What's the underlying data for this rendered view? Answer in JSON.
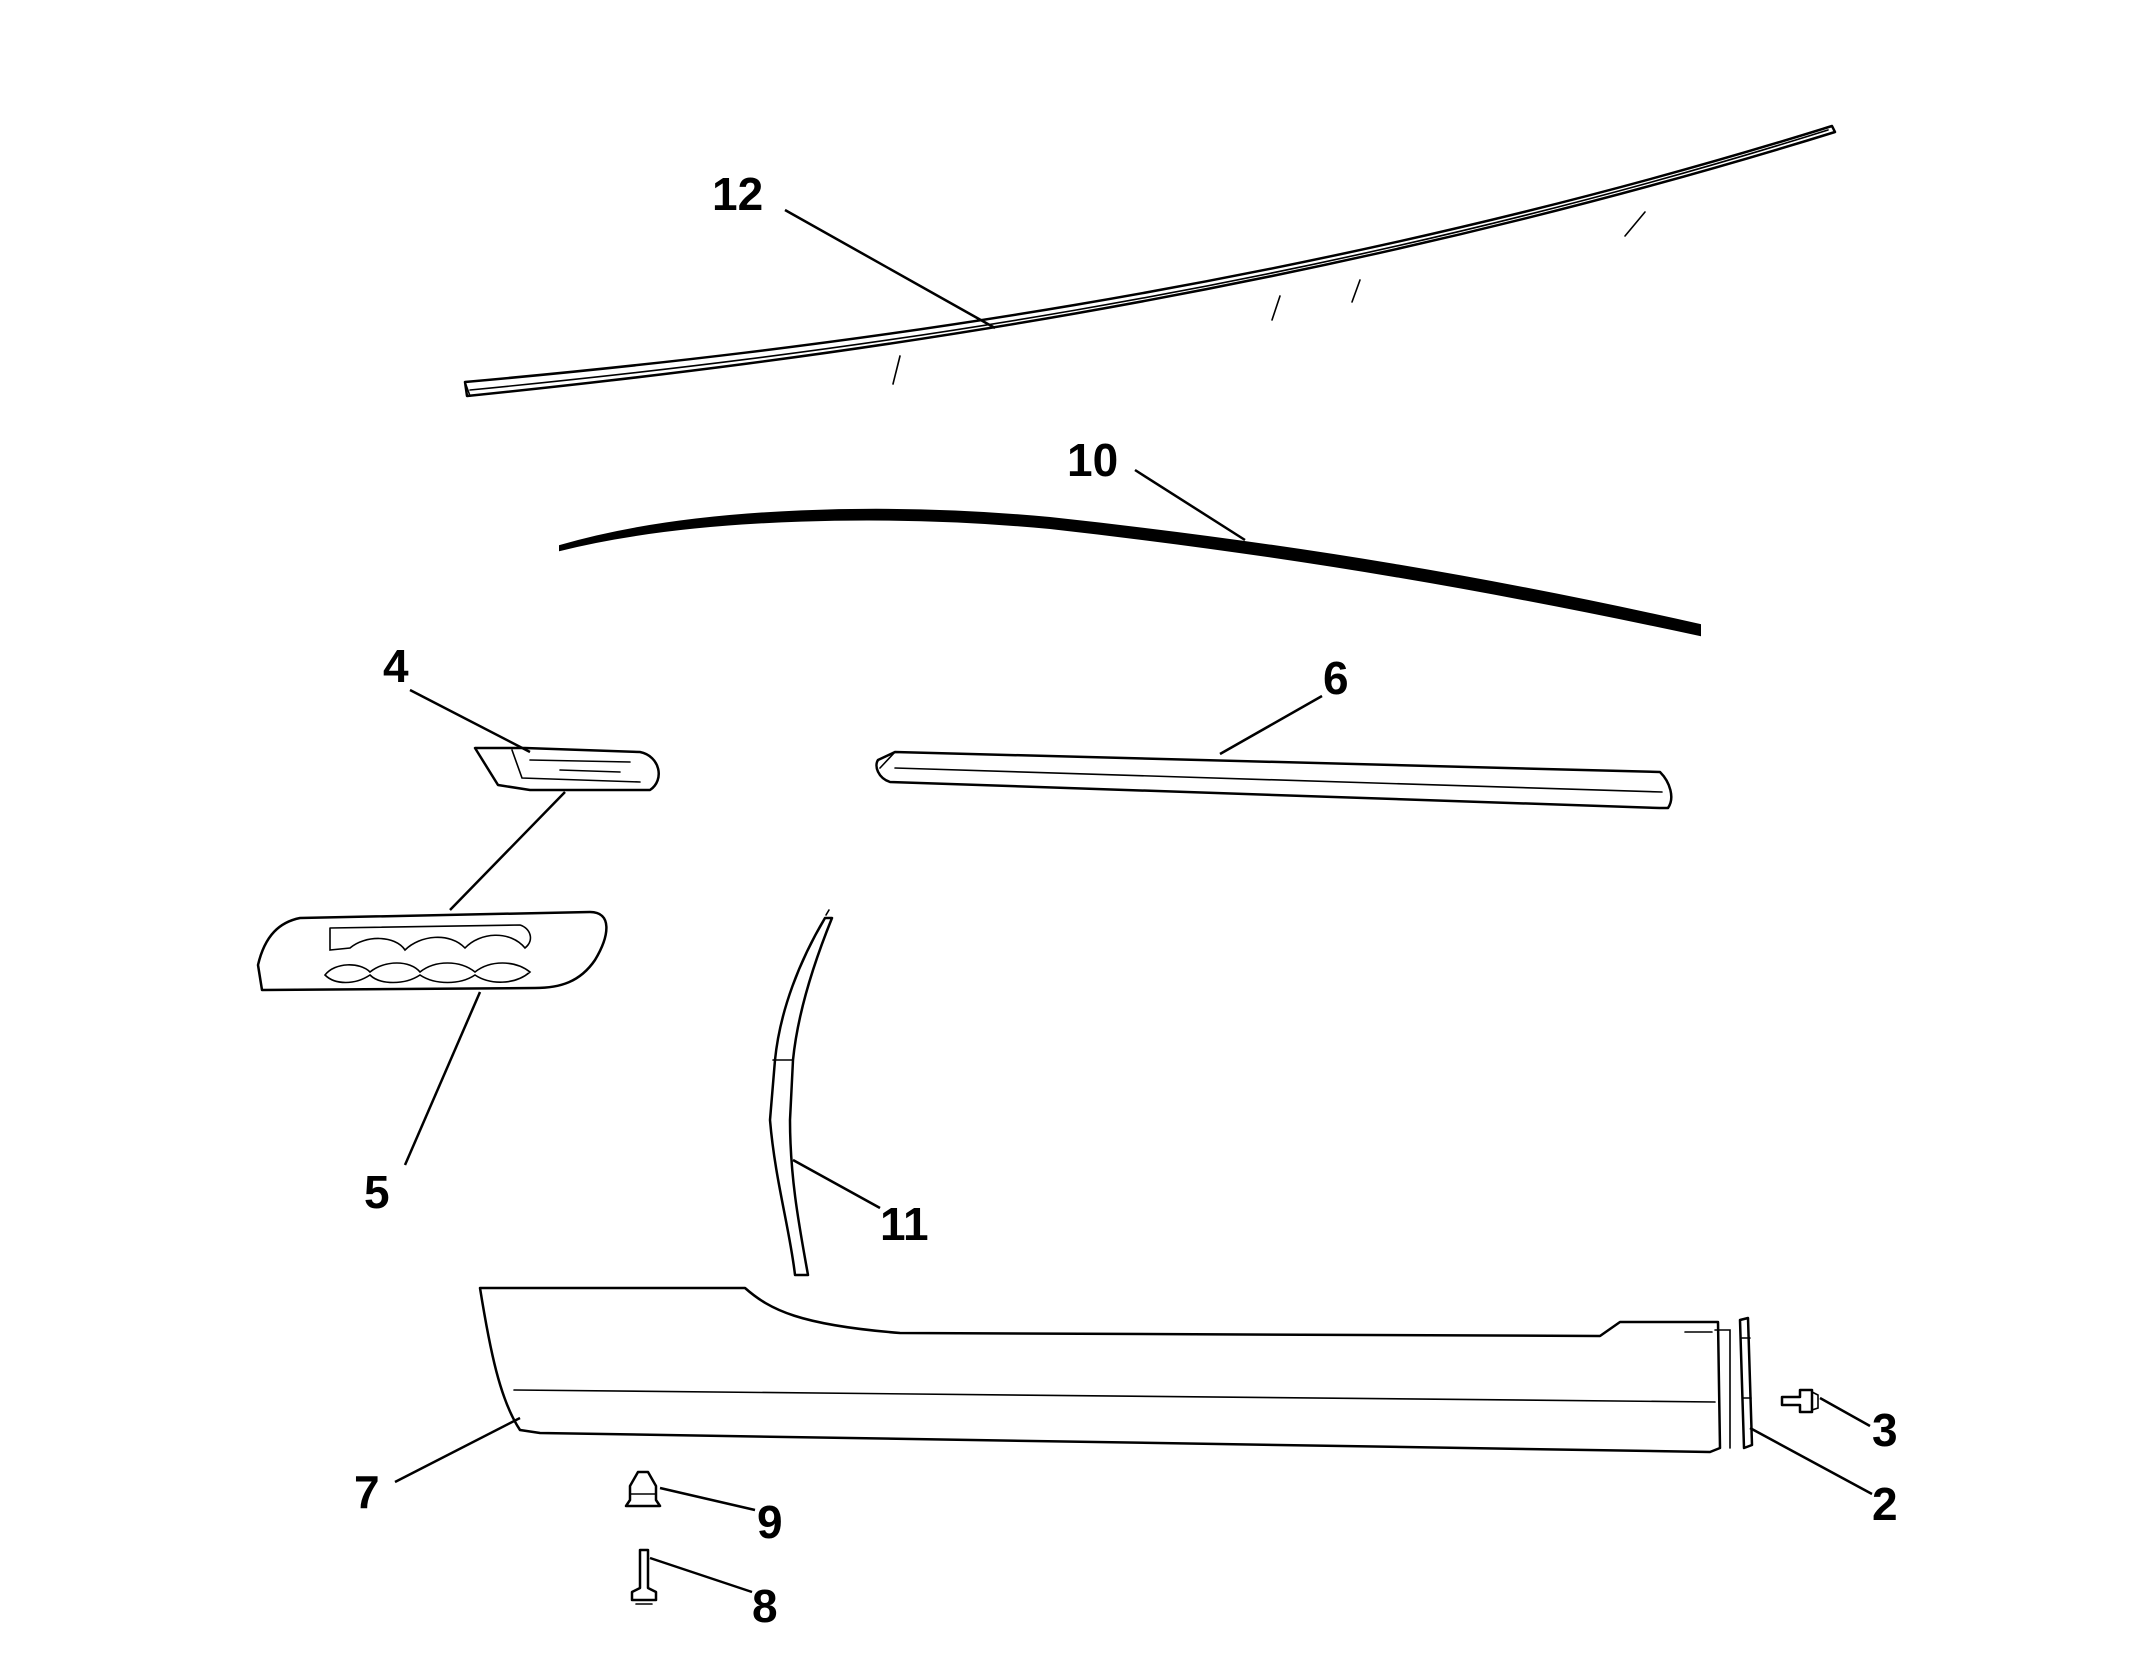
{
  "diagram": {
    "callouts": [
      {
        "id": "12",
        "label": "12"
      },
      {
        "id": "10",
        "label": "10"
      },
      {
        "id": "4",
        "label": "4"
      },
      {
        "id": "6",
        "label": "6"
      },
      {
        "id": "5",
        "label": "5"
      },
      {
        "id": "11",
        "label": "11"
      },
      {
        "id": "7",
        "label": "7"
      },
      {
        "id": "9",
        "label": "9"
      },
      {
        "id": "8",
        "label": "8"
      },
      {
        "id": "3",
        "label": "3"
      },
      {
        "id": "2",
        "label": "2"
      }
    ],
    "colors": {
      "line": "#000000",
      "background": "#ffffff"
    }
  }
}
